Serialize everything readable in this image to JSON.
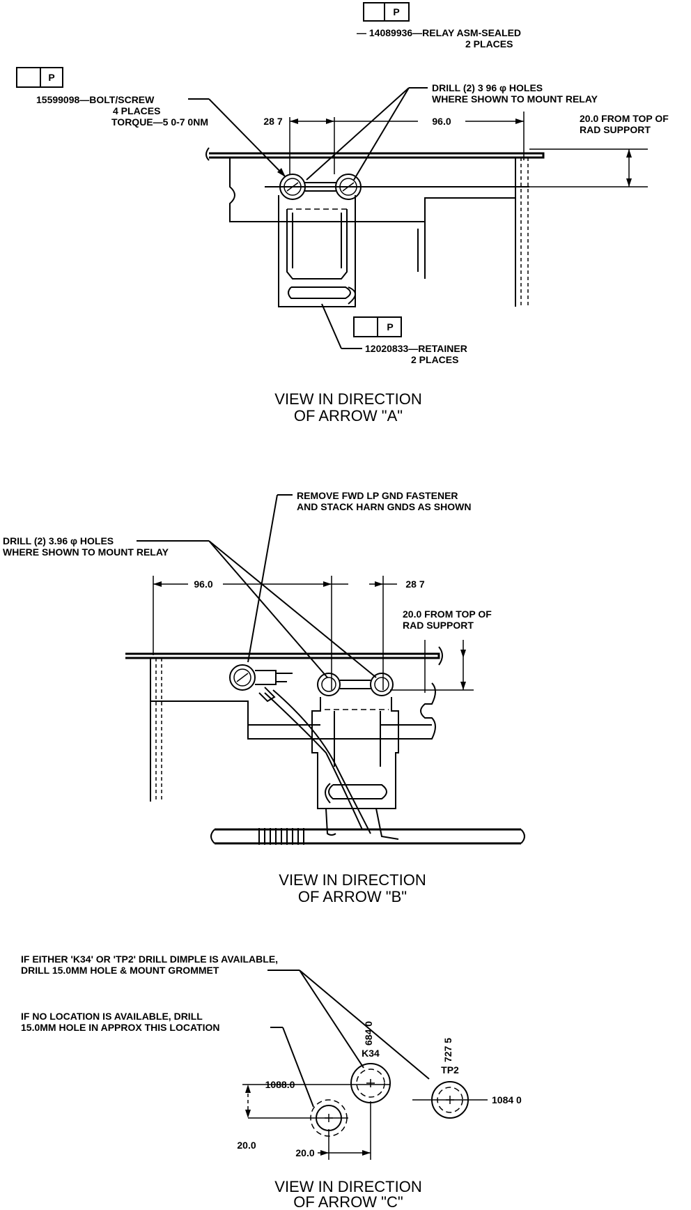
{
  "view_a": {
    "relay_part_box": "P",
    "relay_callout": "— 14089936—RELAY ASM-SEALED",
    "relay_places": "2 PLACES",
    "bolt_part_box": "P",
    "bolt_callout": "15599098—BOLT/SCREW",
    "bolt_places": "4 PLACES",
    "bolt_torque": "TORQUE—5 0-7 0NM",
    "drill_line1": "DRILL (2) 3 96 φ HOLES",
    "drill_line2": "WHERE SHOWN TO MOUNT RELAY",
    "dim_left": "28 7",
    "dim_right": "96.0",
    "rad_line1": "20.0 FROM TOP OF",
    "rad_line2": "RAD SUPPORT",
    "retainer_part_box": "P",
    "retainer_callout": "12020833—RETAINER",
    "retainer_places": "2 PLACES",
    "caption_line1": "VIEW IN DIRECTION",
    "caption_line2": "OF ARROW \"A\""
  },
  "view_b": {
    "remove_line1": "REMOVE FWD LP GND FASTENER",
    "remove_line2": "AND STACK HARN GNDS AS SHOWN",
    "drill_line1": "DRILL (2) 3.96 φ HOLES",
    "drill_line2": "WHERE SHOWN TO MOUNT RELAY",
    "dim_left": "96.0",
    "dim_right": "28 7",
    "rad_line1": "20.0 FROM TOP OF",
    "rad_line2": "RAD SUPPORT",
    "caption_line1": "VIEW IN DIRECTION",
    "caption_line2": "OF ARROW \"B\""
  },
  "view_c": {
    "note1_line1": "IF EITHER 'K34' OR 'TP2' DRILL DIMPLE IS AVAILABLE,",
    "note1_line2": "DRILL 15.0MM HOLE & MOUNT GROMMET",
    "note2_line1": "IF NO LOCATION IS AVAILABLE, DRILL",
    "note2_line2": "15.0MM HOLE IN APPROX THIS LOCATION",
    "dim_k34_vertical": "684 0",
    "dim_tp2_vertical": "727 5",
    "label_k34": "K34",
    "label_tp2": "TP2",
    "dim_k34_horizontal": "1088.0",
    "dim_tp2_horizontal": "1084 0",
    "dim_offset_vertical": "20.0",
    "dim_offset_horizontal": "20.0",
    "caption_line1": "VIEW IN DIRECTION",
    "caption_line2": "OF ARROW \"C\""
  }
}
